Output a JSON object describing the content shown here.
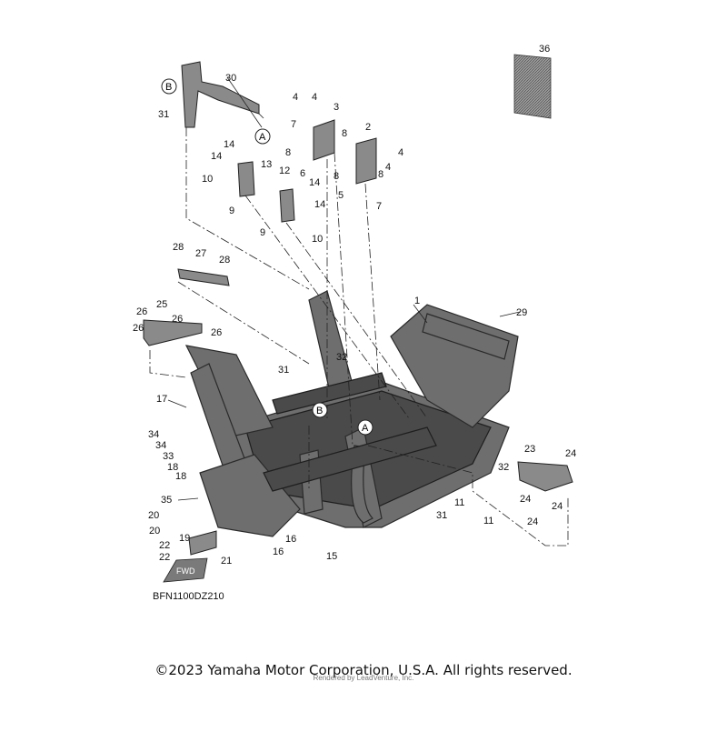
{
  "diagram": {
    "code": "BFN1100DZ210",
    "copyright": "©2023 Yamaha Motor Corporation, U.S.A. All rights reserved.",
    "rendered_by": "Rendered by LeadVenture, Inc.",
    "fwd_label": "FWD",
    "ref_a": "A",
    "ref_b": "B",
    "callouts": [
      "1",
      "2",
      "3",
      "4",
      "5",
      "6",
      "7",
      "8",
      "9",
      "10",
      "11",
      "12",
      "13",
      "14",
      "15",
      "16",
      "17",
      "18",
      "19",
      "20",
      "21",
      "22",
      "23",
      "24",
      "25",
      "26",
      "27",
      "28",
      "29",
      "30",
      "31",
      "32",
      "33",
      "34",
      "35",
      "36"
    ]
  },
  "colors": {
    "frame": "#6e6e6e",
    "line": "#222222",
    "background": "#ffffff"
  }
}
